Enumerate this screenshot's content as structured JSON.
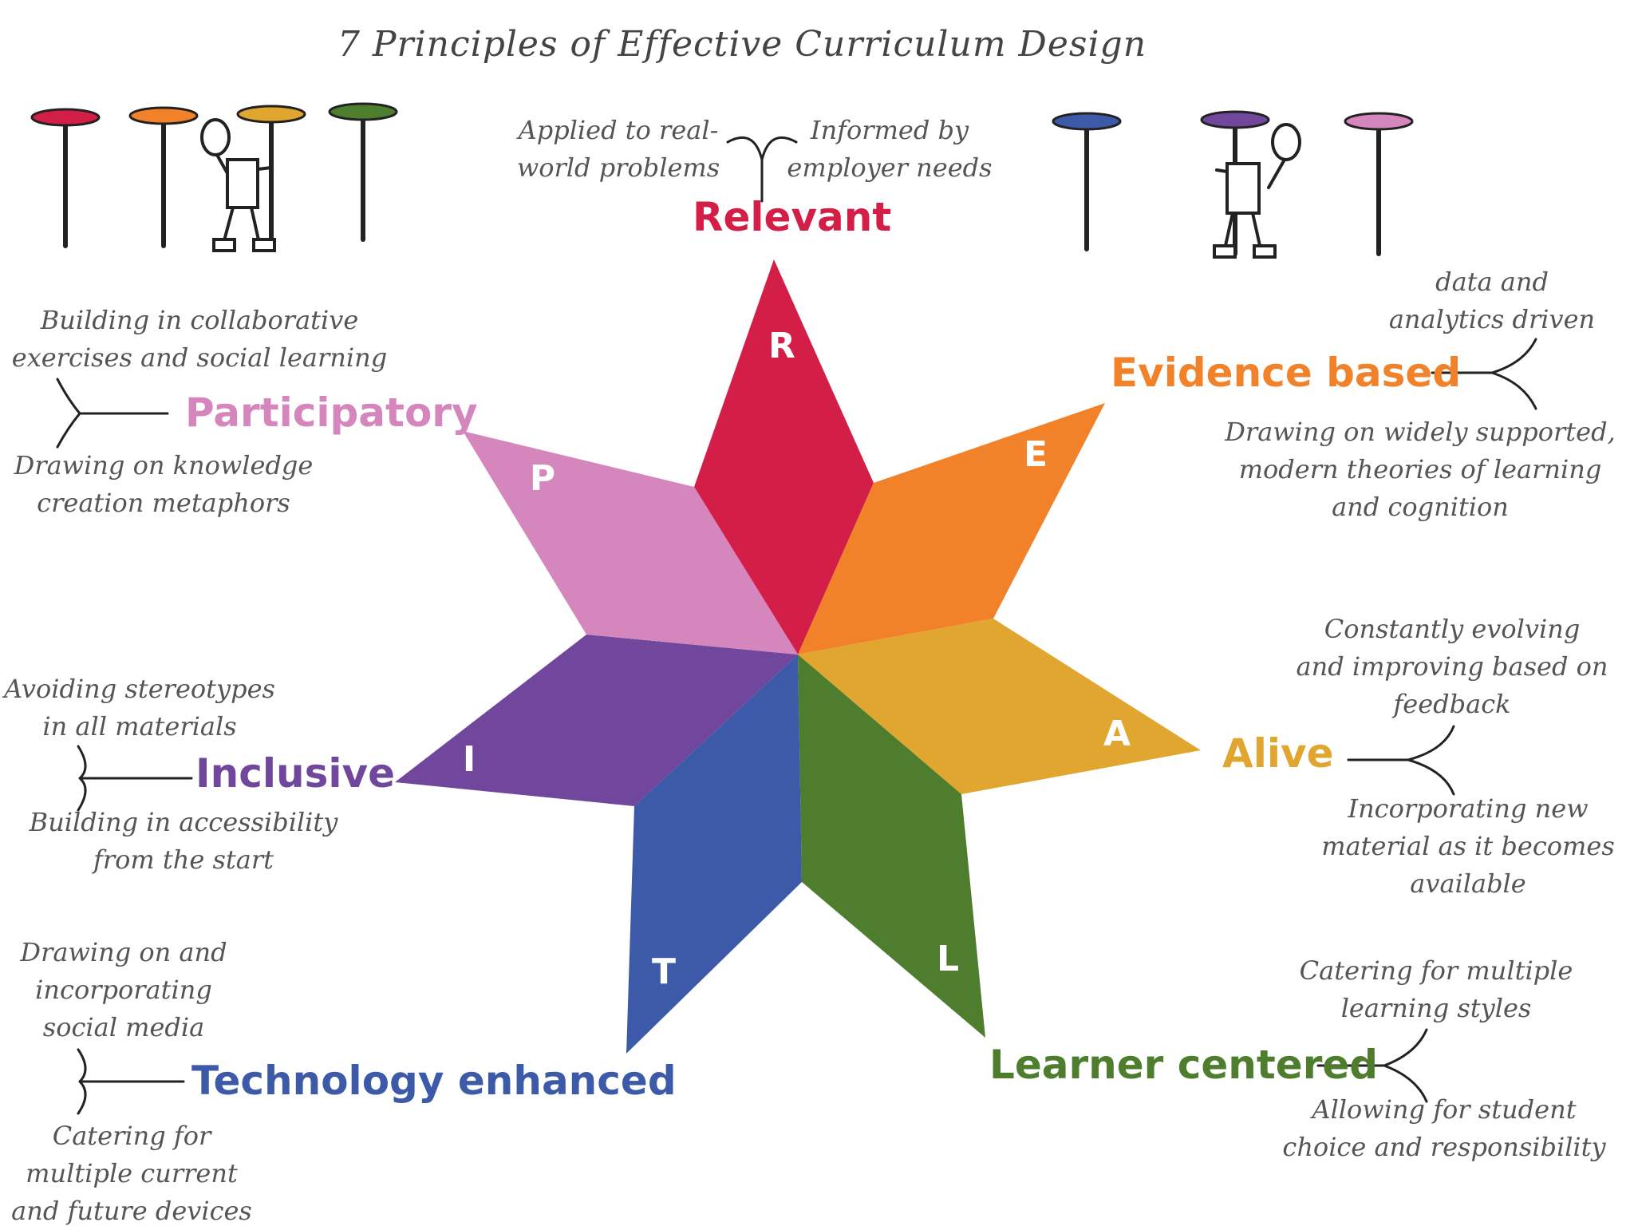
{
  "title": "7 Principles of Effective Curriculum Design",
  "principles": {
    "relevant": {
      "letter": "R",
      "label": "Relevant",
      "color": "#d31f48",
      "notes": [
        "Applied to real-\nworld problems",
        "Informed by\nemployer needs"
      ]
    },
    "evidence": {
      "letter": "E",
      "label": "Evidence based",
      "color": "#f2822a",
      "notes": [
        "data and\nanalytics driven",
        "Drawing on widely supported,\nmodern theories of learning\nand cognition"
      ]
    },
    "alive": {
      "letter": "A",
      "label": "Alive",
      "color": "#e0a630",
      "notes": [
        "Constantly evolving\nand improving based on\nfeedback",
        "Incorporating new\nmaterial as it becomes\navailable"
      ]
    },
    "learner": {
      "letter": "L",
      "label": "Learner centered",
      "color": "#4e7d2e",
      "notes": [
        "Catering for multiple\nlearning styles",
        "Allowing for student\nchoice and responsibility"
      ]
    },
    "technology": {
      "letter": "T",
      "label": "Technology enhanced",
      "color": "#3d5aa8",
      "notes": [
        "Drawing on and\nincorporating\nsocial media",
        "Catering for\nmultiple current\nand future devices"
      ]
    },
    "inclusive": {
      "letter": "I",
      "label": "Inclusive",
      "color": "#70479c",
      "notes": [
        "Avoiding stereotypes\nin all materials",
        "Building in accessibility\nfrom the start"
      ]
    },
    "participatory": {
      "letter": "P",
      "label": "Participatory",
      "color": "#d486bd",
      "notes": [
        "Building in collaborative\nexercises and social learning",
        "Drawing on knowledge\ncreation metaphors"
      ]
    }
  },
  "decor": {
    "left_disc_colors": [
      "#d31f48",
      "#f2822a",
      "#e0a630",
      "#4e7d2e"
    ],
    "right_disc_colors": [
      "#3d5aa8",
      "#70479c",
      "#d486bd"
    ]
  }
}
